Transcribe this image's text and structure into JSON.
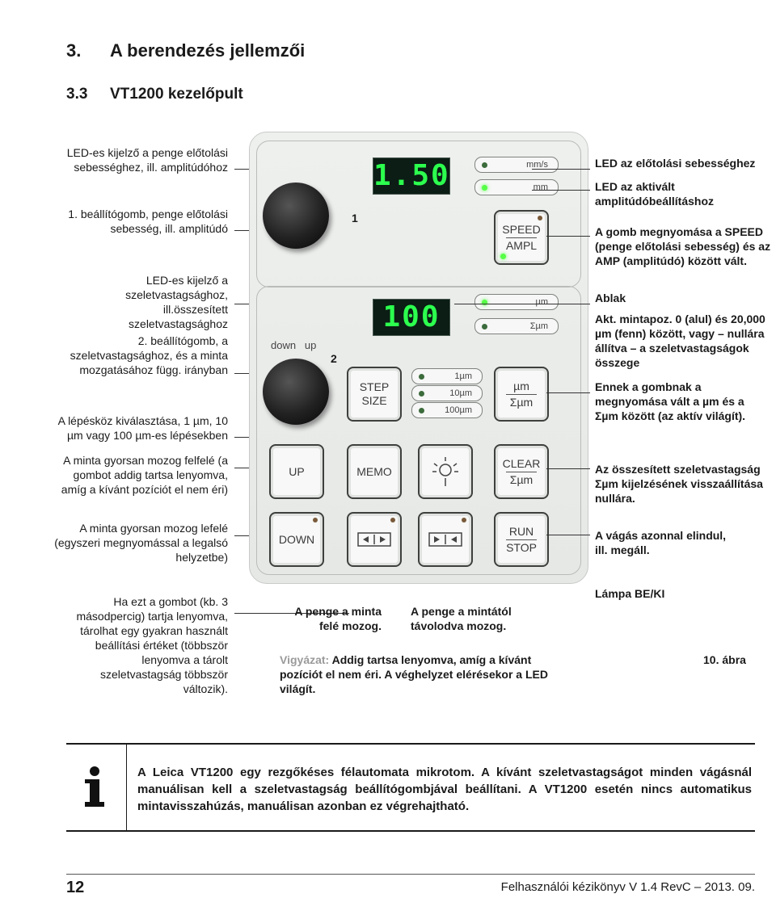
{
  "header": {
    "chapter_num": "3.",
    "chapter_title": "A berendezés jellemzői",
    "section_num": "3.3",
    "section_title": "VT1200 kezelőpult"
  },
  "left_labels": {
    "l1": "LED-es kijelző a penge előtolási sebességhez, ill. amplitúdóhoz",
    "l2": "1. beállítógomb, penge előtolási sebesség, ill. amplitúdó",
    "l3": "LED-es kijelző a szeletvastagsághoz, ill.összesített szeletvastagsághoz",
    "l4": "2. beállítógomb, a szeletvastagsághoz, és a minta mozgatásához függ. irányban",
    "l5": "A lépésköz kiválasztása, 1 µm, 10 µm vagy 100 µm-es lépésekben",
    "l6": "A minta gyorsan mozog felfelé (a gombot addig tartsa lenyomva, amíg a kívánt pozíciót el nem éri)",
    "l7": "A minta gyorsan mozog lefelé (egyszeri megnyomással a legalsó helyzetbe)",
    "l8": "Ha ezt a gombot (kb. 3 másodpercig) tartja lenyomva, tárolhat egy gyakran használt beállítási értéket (többször lenyomva a tárolt szeletvastagság többször változik)."
  },
  "right_labels": {
    "r1": "LED az előtolási sebességhez",
    "r2": "LED az aktivált amplitúdóbeállításhoz",
    "r3": "A gomb megnyomása a SPEED (penge előtolási sebesség) és az AMP (amplitúdó) között vált.",
    "r4_a": "Ablak",
    "r4_b": "Akt. mintapoz. 0 (alul) és 20,000 µm (fenn) között, vagy – nullára állítva – a szeletvastagságok összege",
    "r5": "Ennek a gombnak a megnyomása vált a µm és a Σµm között (az aktív világít).",
    "r6": "Az összesített szeletvastagság Σµm kijelzésének visszaállítása nullára.",
    "r7": "A vágás azonnal elindul, ill. megáll.",
    "r8": "Lámpa BE/KI"
  },
  "bottom_labels": {
    "b1": "A penge a minta felé mozog.",
    "b2": "A penge a mintától távolodva mozog.",
    "warning_prefix": "Vigyázat:",
    "warning_text": "Addig tartsa lenyomva, amíg a kívánt pozíciót el nem éri. A véghelyzet elérésekor a LED világít.",
    "figure": "10. ábra"
  },
  "panel": {
    "display1": "1.50",
    "display2": "100",
    "num1": "1",
    "num2": "2",
    "down_up": "down   up",
    "led_mms": "mm/s",
    "led_mm": "mm",
    "led_um": "µm",
    "led_sum": "Σµm",
    "step_1": "1µm",
    "step_10": "10µm",
    "step_100": "100µm",
    "btn_speed_1": "SPEED",
    "btn_speed_2": "AMPL",
    "btn_step_1": "STEP",
    "btn_step_2": "SIZE",
    "btn_um_1": "µm",
    "btn_um_2": "Σµm",
    "btn_up": "UP",
    "btn_memo": "MEMO",
    "btn_clear_1": "CLEAR",
    "btn_clear_2": "Σµm",
    "btn_down": "DOWN",
    "btn_run_1": "RUN",
    "btn_run_2": "STOP"
  },
  "info": {
    "icon": "info-i-icon",
    "text": "A Leica VT1200 egy rezgőkéses félautomata mikrotom. A kívánt szeletvastagságot minden vágásnál manuálisan kell a szeletvastagság beállítógombjával beállítani. A VT1200 esetén nincs automatikus mintavisszahúzás, manuálisan azonban ez végrehajtható."
  },
  "footer": {
    "page": "12",
    "doc": "Felhasználói kézikönyv V 1.4 RevC – 2013. 09."
  },
  "colors": {
    "led_green": "#55ff45",
    "display_green": "#2cff4e",
    "warning": "#9a9a9a"
  }
}
